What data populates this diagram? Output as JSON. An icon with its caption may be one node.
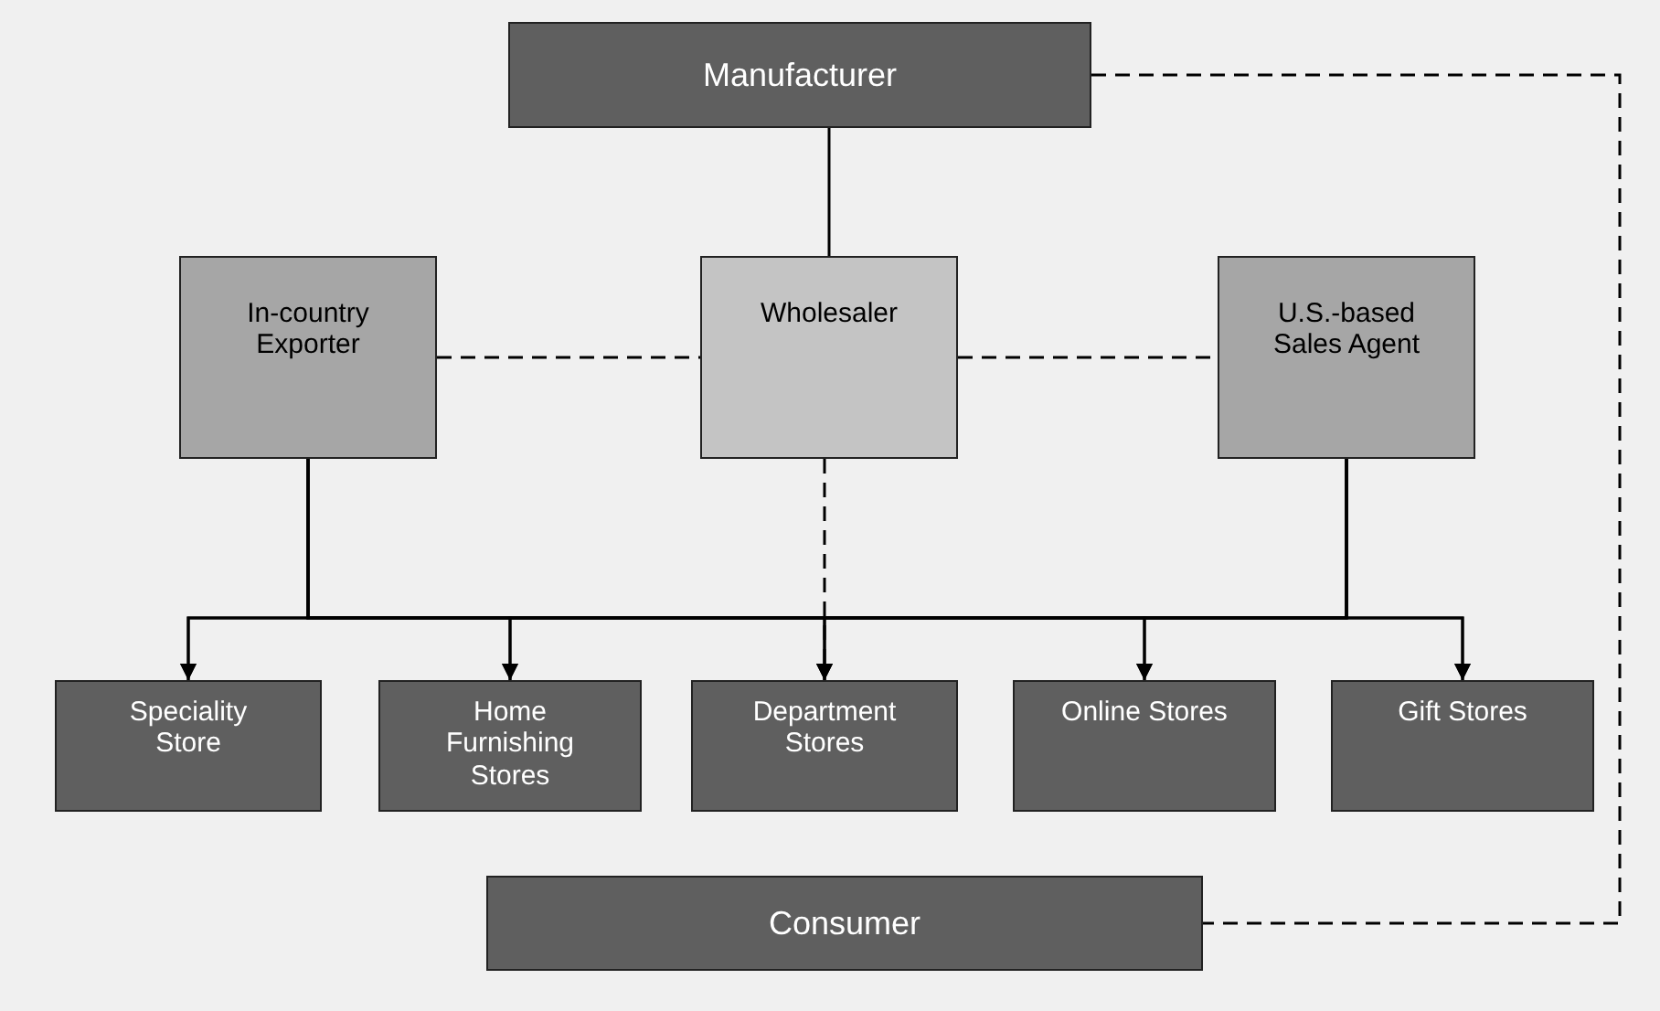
{
  "diagram": {
    "nodes": [
      {
        "text": [
          "Manufacturer"
        ]
      },
      {
        "text": [
          "In-country Exporter"
        ]
      },
      {
        "text": [
          "Wholesaler"
        ]
      },
      {
        "text": [
          "U.S.-based Sales Agent"
        ]
      },
      {
        "text": [
          "Speciality Store"
        ]
      },
      {
        "text": [
          "Home Furnishing Stores"
        ]
      },
      {
        "text": [
          "Department Stores"
        ]
      },
      {
        "text": [
          "Online Stores"
        ]
      },
      {
        "text": [
          "Gift Stores"
        ]
      },
      {
        "text": [
          "Consumer"
        ]
      }
    ],
    "edges": [
      {
        "from": 0,
        "to": 2,
        "arrow": "none"
      },
      {
        "from": 1,
        "to": 2,
        "arrow": "none",
        "style": "dashed"
      },
      {
        "from": 2,
        "to": 3,
        "arrow": "none",
        "style": "dashed"
      },
      {
        "from": 0,
        "to": 9,
        "arrow": "none",
        "style": "dashed"
      },
      {
        "from": 2,
        "to": 6,
        "arrow": "to",
        "style": "dashed"
      },
      {
        "from": 1,
        "to": 4,
        "arrow": "to"
      },
      {
        "from": 1,
        "to": 5,
        "arrow": "to"
      },
      {
        "from": 1,
        "to": 6,
        "arrow": "to"
      },
      {
        "from": 1,
        "to": 7,
        "arrow": "to"
      },
      {
        "from": 1,
        "to": 8,
        "arrow": "to"
      },
      {
        "from": 3,
        "to": 4,
        "arrow": "to"
      },
      {
        "from": 3,
        "to": 5,
        "arrow": "to"
      },
      {
        "from": 3,
        "to": 6,
        "arrow": "to"
      },
      {
        "from": 3,
        "to": 7,
        "arrow": "to"
      },
      {
        "from": 3,
        "to": 8,
        "arrow": "to"
      }
    ]
  }
}
